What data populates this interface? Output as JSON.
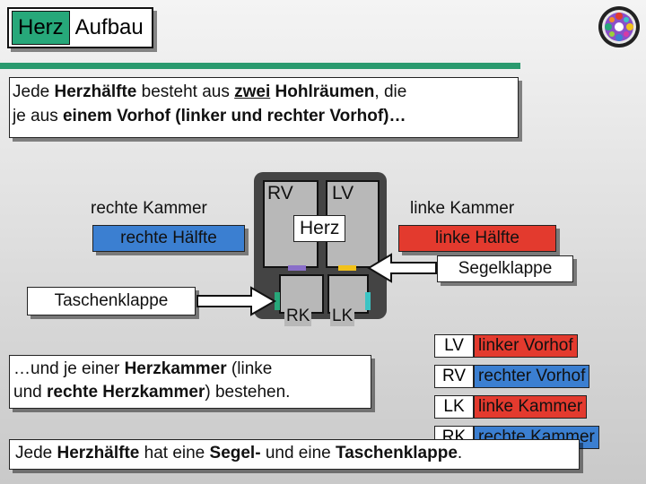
{
  "title": {
    "word1": "Herz",
    "word2": "Aufbau"
  },
  "intro": {
    "p1": "Jede ",
    "p2": "Herzhälfte",
    "p3": " besteht aus ",
    "p4": "zwei",
    "p5": " ",
    "p6": "Hohlräumen",
    "p7": ", die",
    "p8": "je aus ",
    "p9": "einem Vorhof (linker und rechter Vorhof)…"
  },
  "labels": {
    "right_chamber": "rechte Kammer",
    "right_half": "rechte Hälfte",
    "left_chamber": "linke Kammer",
    "left_half": "linke Hälfte",
    "atrioventricular_valve": "Segelklappe",
    "semilunar_valve": "Taschenklappe"
  },
  "heart": {
    "rv": "RV",
    "lv": "LV",
    "center": "Herz",
    "rk": "RK",
    "lk": "LK"
  },
  "chambers": {
    "t1": "…und je einer ",
    "t2": "Herzkammer",
    "t3": " (linke",
    "t4": "und ",
    "t5": "rechte Herzkammer",
    "t6": ") bestehen."
  },
  "legend": [
    {
      "key": "LV",
      "value": "linker Vorhof"
    },
    {
      "key": "RV",
      "value": "rechter Vorhof"
    },
    {
      "key": "LK",
      "value": "linke Kammer"
    },
    {
      "key": "RK",
      "value": "rechte Kammer"
    }
  ],
  "summary": {
    "s1": "Jede ",
    "s2": "Herzhälfte",
    "s3": " hat eine ",
    "s4": "Segel-",
    "s5": " und eine ",
    "s6": "Taschenklappe",
    "s7": "."
  },
  "colors": {
    "accent_green": "#27a87a",
    "left_red": "#e33a2e",
    "right_blue": "#3b7fd1"
  }
}
